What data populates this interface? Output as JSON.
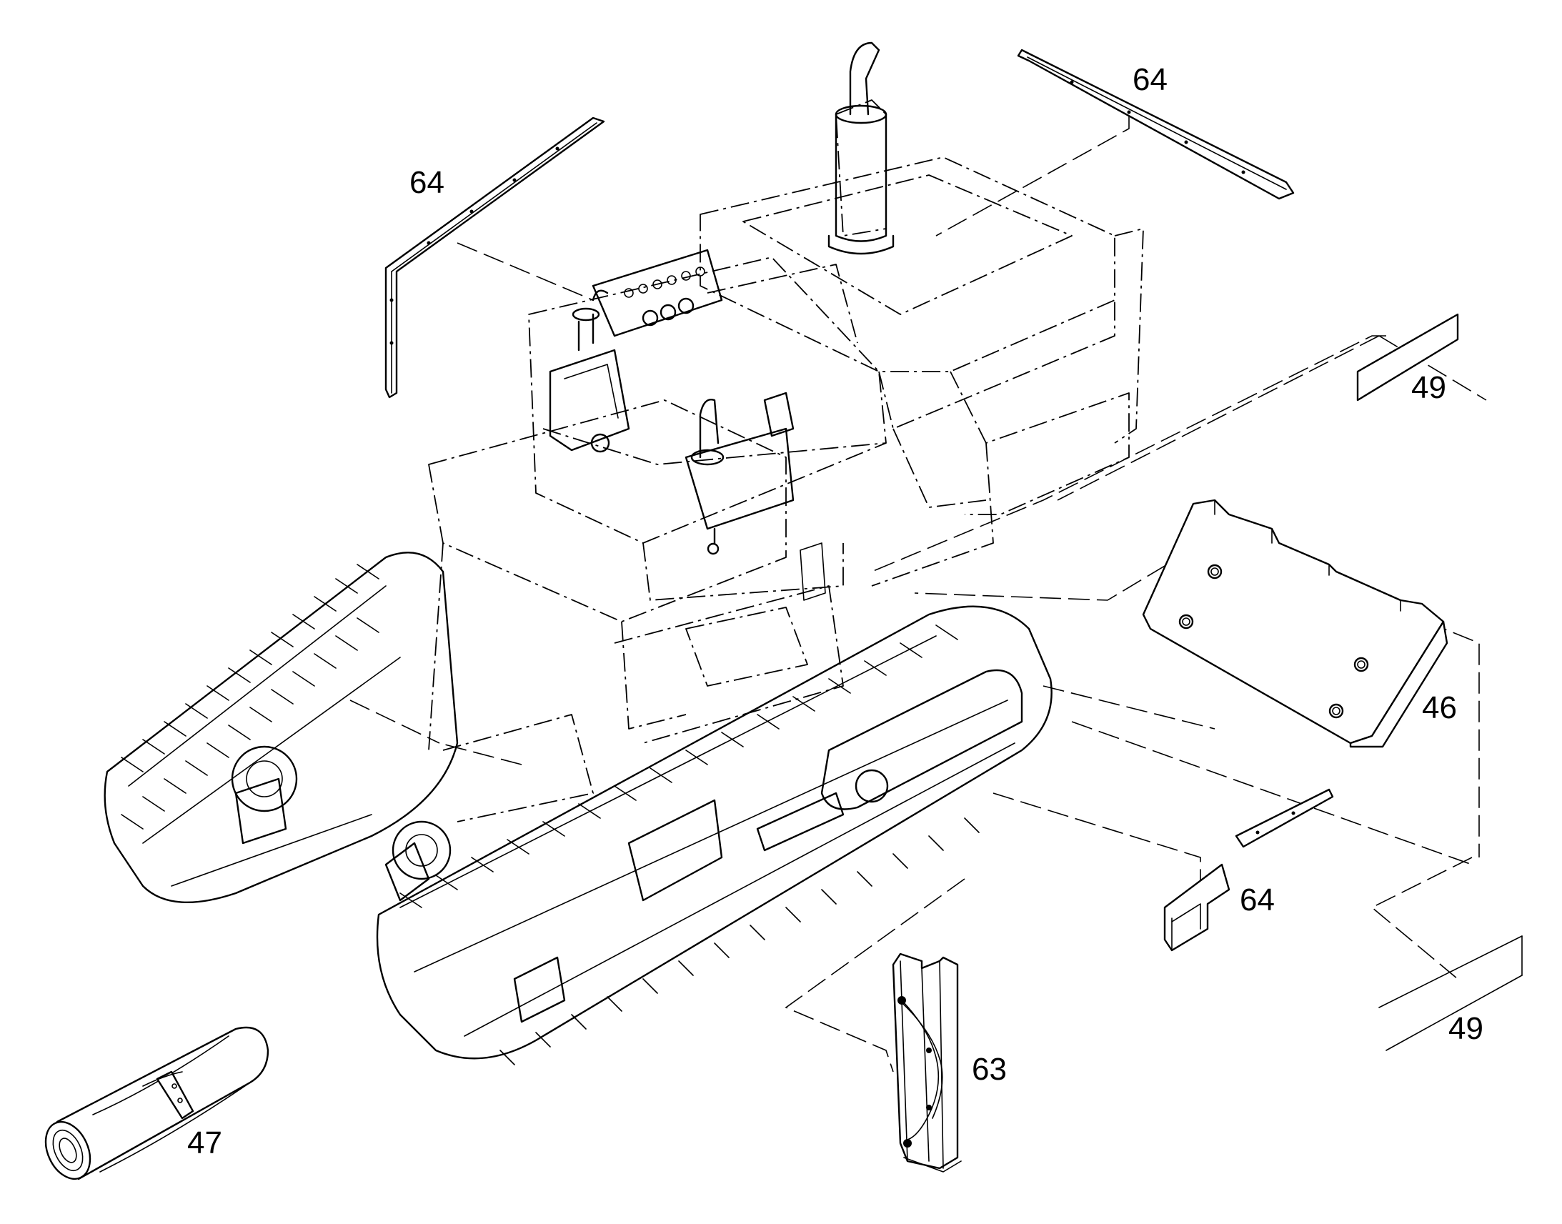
{
  "diagram": {
    "callouts": {
      "c64_top_left": "64",
      "c64_top_right": "64",
      "c49_upper": "49",
      "c46": "46",
      "c64_lower_right": "64",
      "c49_lower": "49",
      "c63": "63",
      "c47": "47"
    }
  }
}
